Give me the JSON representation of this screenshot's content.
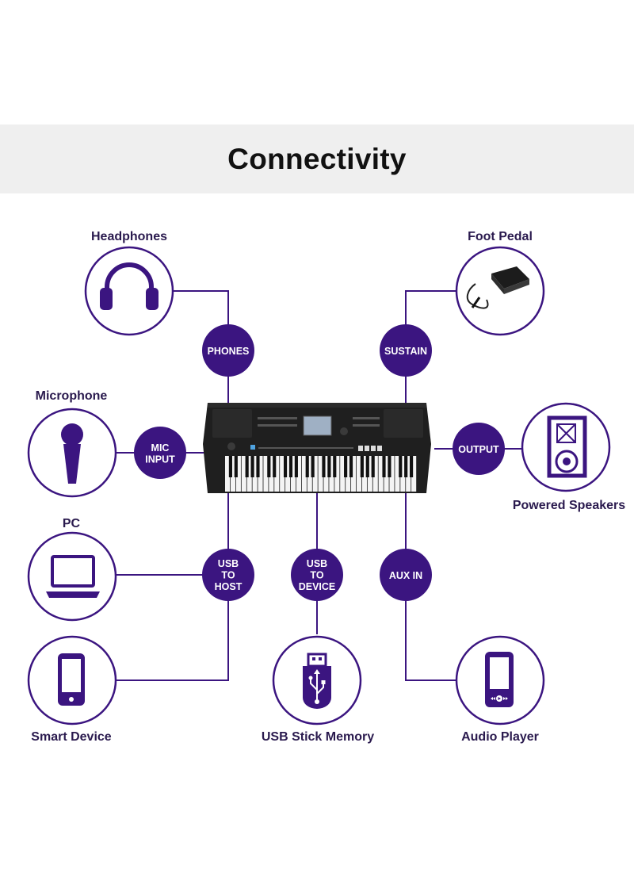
{
  "title": "Connectivity",
  "colors": {
    "accent": "#3b1580",
    "line": "#3b1580",
    "banner": "#efefef",
    "keyboard_body": "#1f1f1f"
  },
  "devices": {
    "headphones": "Headphones",
    "foot_pedal": "Foot Pedal",
    "microphone": "Microphone",
    "powered_speakers": "Powered Speakers",
    "pc": "PC",
    "smart_device": "Smart Device",
    "usb_stick": "USB Stick Memory",
    "audio_player": "Audio Player"
  },
  "ports": {
    "phones": [
      "PHONES"
    ],
    "sustain": [
      "SUSTAIN"
    ],
    "mic_input": [
      "MIC",
      "INPUT"
    ],
    "output": [
      "OUTPUT"
    ],
    "usb_to_host": [
      "USB",
      "TO",
      "HOST"
    ],
    "usb_to_device": [
      "USB",
      "TO",
      "DEVICE"
    ],
    "aux_in": [
      "AUX IN"
    ]
  },
  "icons": {
    "headphones": "headphones-icon",
    "foot_pedal": "foot-pedal-icon",
    "microphone": "microphone-icon",
    "powered_speakers": "speaker-icon",
    "pc": "laptop-icon",
    "smart_device": "smartphone-icon",
    "usb_stick": "usb-stick-icon",
    "audio_player": "audio-player-icon",
    "keyboard": "keyboard-image"
  }
}
